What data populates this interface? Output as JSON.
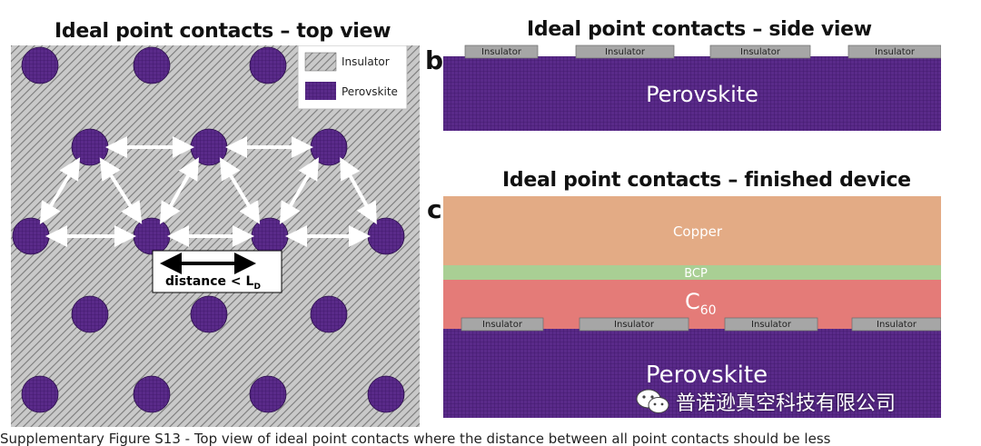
{
  "panel_a": {
    "title": "Ideal point contacts – top view",
    "legend": {
      "insulator_label": "Insulator",
      "perovskite_label": "Perovskite"
    },
    "distance_label": "distance < L",
    "distance_subscript": "D"
  },
  "panel_b": {
    "letter": "b",
    "title": "Ideal point contacts – side view",
    "insulator_labels": [
      "Insulator",
      "Insulator",
      "Insulator",
      "Insulator"
    ],
    "perovskite_label": "Perovskite"
  },
  "panel_c": {
    "letter": "c",
    "title": "Ideal point contacts – finished device",
    "copper_label": "Copper",
    "bcp_label": "BCP",
    "c60_label": "C",
    "c60_subscript": "60",
    "insulator_labels": [
      "Insulator",
      "Insulator",
      "Insulator",
      "Insulator"
    ],
    "perovskite_label": "Perovskite"
  },
  "caption": "Supplementary Figure S13 - Top view of ideal point contacts where the distance between all point contacts should be less",
  "watermark": "普诺逊真空科技有限公司",
  "colors": {
    "perovskite": "#5a2a8a",
    "insulator": "#a6a6a6",
    "copper": "#e3ab85",
    "bcp": "#a9cf94",
    "c60": "#e47b78"
  }
}
